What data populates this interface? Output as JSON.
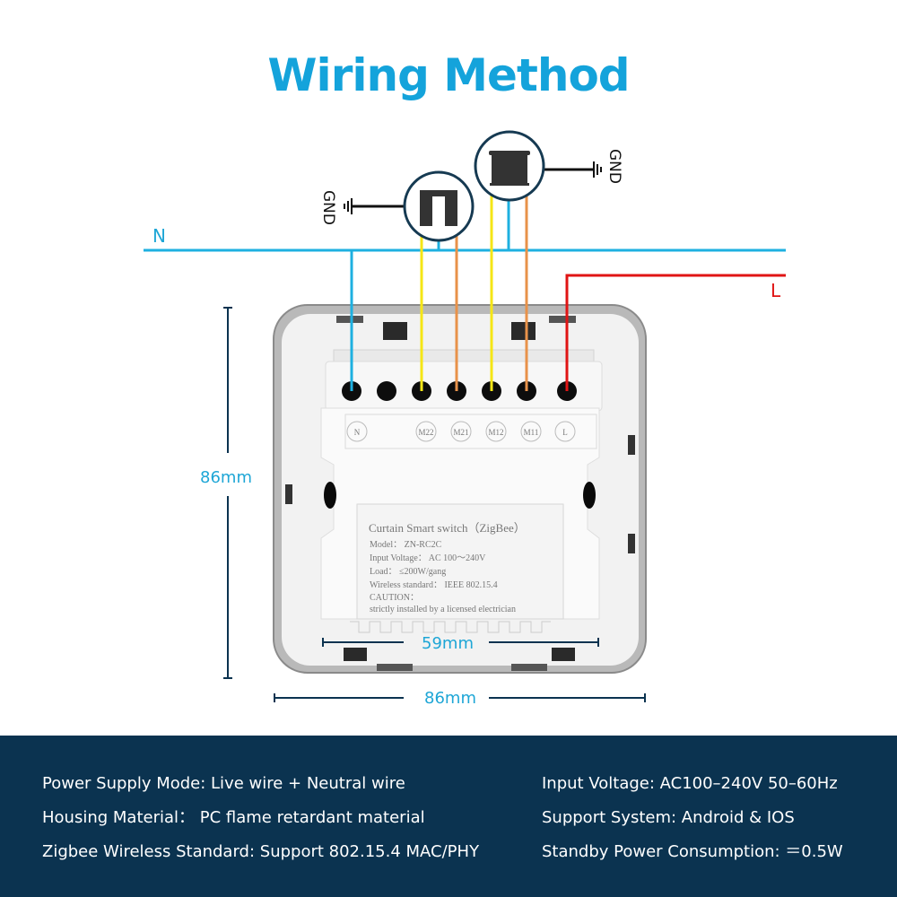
{
  "title": "Wiring Method",
  "colors": {
    "title": "#14a3db",
    "neutral_wire": "#1eb0e0",
    "live_wire": "#e01414",
    "motor_wire_a": "#f5e616",
    "motor_wire_b": "#e8924a",
    "dimension_line": "#0b3350",
    "dimension_text": "#1ea6d6",
    "footer_bg": "#0b3350"
  },
  "diagram": {
    "neutral_label": "N",
    "live_label": "L",
    "gnd_left": "GND",
    "gnd_right": "GND",
    "motor_icons": [
      "curtain-motor-icon",
      "roller-blind-motor-icon"
    ],
    "terminals": [
      "N",
      "",
      "M22",
      "M21",
      "M12",
      "M11",
      "L"
    ],
    "dimensions": {
      "height": "86mm",
      "width": "86mm",
      "inner_width": "59mm"
    },
    "label_plate": {
      "line1": "Curtain Smart switch（ZigBee）",
      "line2": "Model： ZN-RC2C",
      "line3": "Input Voltage： AC 100～240V",
      "line4": "Load： ≤200W/gang",
      "line5": "Wireless standard： IEEE 802.15.4",
      "line6": "CAUTION：",
      "line7": "strictly installed by a licensed electrician"
    }
  },
  "specs": {
    "left": [
      "Power Supply Mode: Live wire + Neutral wire",
      "Housing Material： PC flame retardant material",
      "Zigbee Wireless Standard: Support 802.15.4 MAC/PHY"
    ],
    "right": [
      "Input Voltage: AC100–240V 50–60Hz",
      "Support System: Android & IOS",
      "Standby Power Consumption: ＝0.5W"
    ]
  }
}
